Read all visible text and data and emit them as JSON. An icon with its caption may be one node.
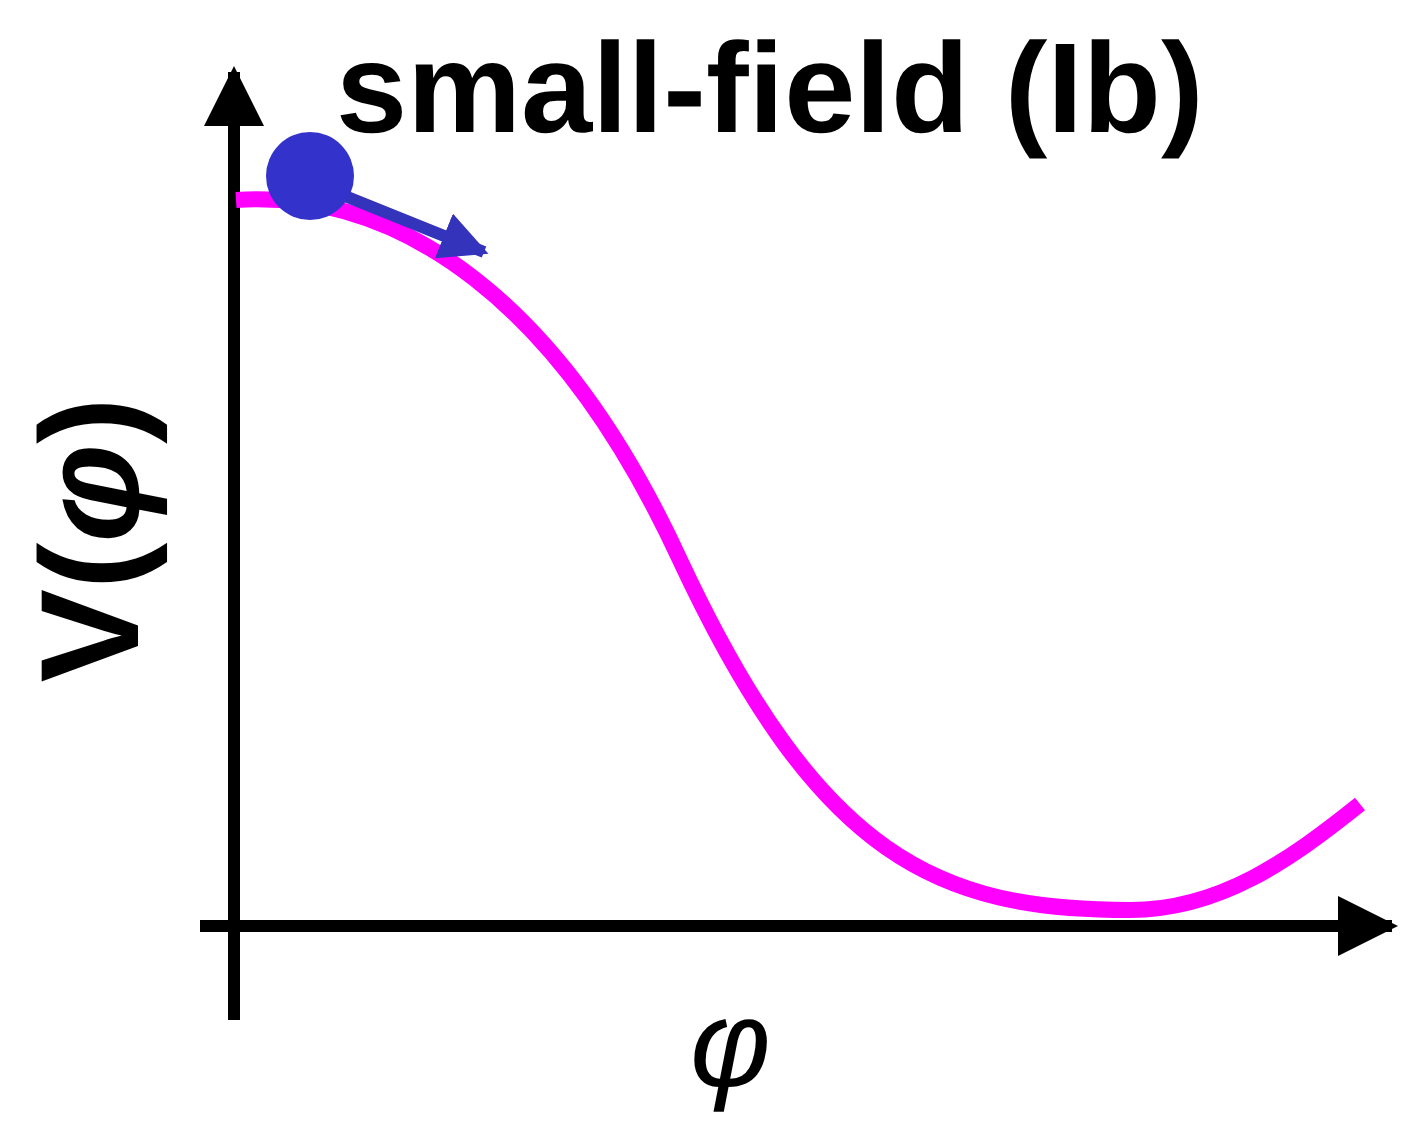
{
  "diagram": {
    "title": "small-field (Ib)",
    "labels": [
      "V(*φ*)",
      "φ"
    ]
  }
}
